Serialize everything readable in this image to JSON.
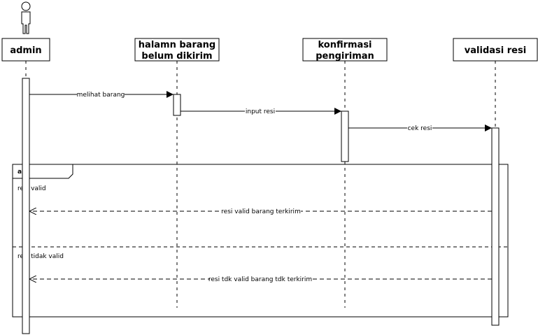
{
  "diagram": {
    "participants": [
      {
        "id": "admin",
        "name_lines": [
          "admin"
        ],
        "kind": "actor"
      },
      {
        "id": "halaman",
        "name_lines": [
          "halamn barang",
          "belum dikirim"
        ],
        "kind": "object"
      },
      {
        "id": "konfirmasi",
        "name_lines": [
          "konfirmasi",
          "pengiriman"
        ],
        "kind": "object"
      },
      {
        "id": "validasi",
        "name_lines": [
          "validasi resi"
        ],
        "kind": "object"
      }
    ],
    "messages": [
      {
        "from": "admin",
        "to": "halaman",
        "label": "melihat barang",
        "style": "sync"
      },
      {
        "from": "halaman",
        "to": "konfirmasi",
        "label": "input resi",
        "style": "sync"
      },
      {
        "from": "konfirmasi",
        "to": "validasi",
        "label": "cek resi",
        "style": "sync"
      },
      {
        "from": "validasi",
        "to": "admin",
        "label": "resi valid barang terkirim",
        "style": "return"
      },
      {
        "from": "validasi",
        "to": "admin",
        "label": "resi tdk valid barang tdk terkirim",
        "style": "return"
      }
    ],
    "fragment": {
      "operator": "alt",
      "guards": [
        "resi valid",
        "resi tidak valid"
      ]
    }
  }
}
